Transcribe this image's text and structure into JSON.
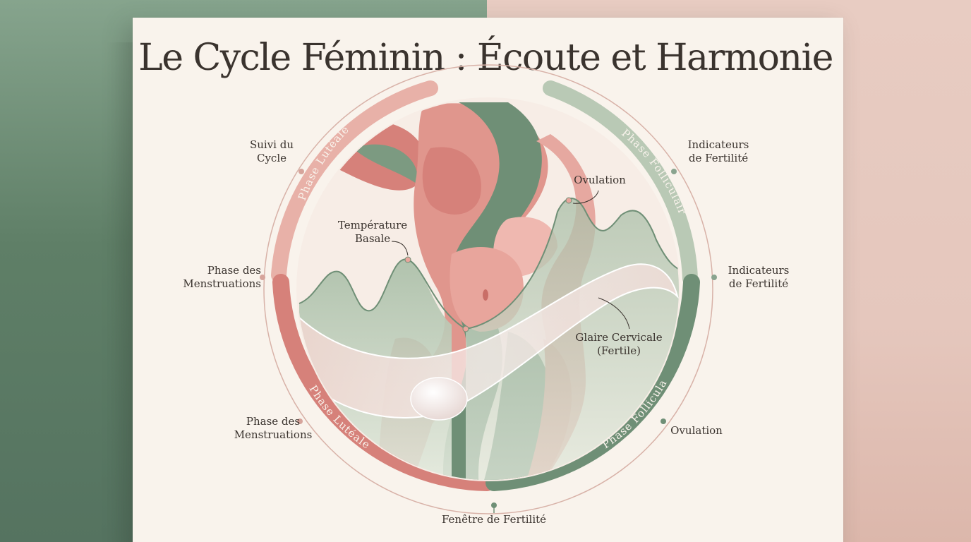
{
  "title": "Le Cycle Féminin : Écoute et Harmonie",
  "colors": {
    "rose": "#d6817a",
    "rose_light": "#eab2aa",
    "sage": "#6f8f76",
    "sage_light": "#b8c9b5",
    "paper": "#f9f3ec",
    "ink": "#3a332e"
  },
  "ring_labels": {
    "top_left": "Phase Lutéale",
    "top_right": "Phase Folliculaire",
    "bottom_left": "Phase Lutéale",
    "bottom_right": "Phase Folliculaire"
  },
  "callouts": {
    "suivi": "Suivi du\nCycle",
    "indicateurs_top": "Indicateurs\nde Fertilité",
    "menstruations_left": "Phase des\nMenstruations",
    "indicateurs_right": "Indicateurs\nde Fertilité",
    "menstruations_bottom": "Phase des\nMenstruations",
    "ovulation_right": "Ovulation",
    "fenetre": "Fenêtre de Fertilité",
    "temperature": "Température\nBasale",
    "ovulation_inner": "Ovulation",
    "glaire": "Glaire Cervicale\n(Fertile)"
  },
  "icons": [
    "female-figure-illustration",
    "cervical-mucus-droplet"
  ]
}
